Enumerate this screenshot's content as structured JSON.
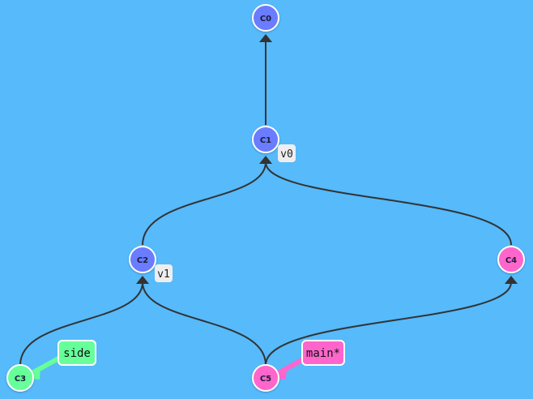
{
  "colors": {
    "background": "#56bafb",
    "edge": "#333333",
    "commit_blue": "#6b7cff",
    "commit_pink": "#ff66cc",
    "commit_green": "#66ff99",
    "tag_fill": "#eeeeee",
    "branch_main": "#ff66cc",
    "branch_side": "#66ff99"
  },
  "commits": [
    {
      "id": "C0",
      "label": "C0",
      "color": "blue"
    },
    {
      "id": "C1",
      "label": "C1",
      "color": "blue"
    },
    {
      "id": "C2",
      "label": "C2",
      "color": "blue"
    },
    {
      "id": "C3",
      "label": "C3",
      "color": "green"
    },
    {
      "id": "C4",
      "label": "C4",
      "color": "pink"
    },
    {
      "id": "C5",
      "label": "C5",
      "color": "pink"
    }
  ],
  "edges": [
    {
      "from": "C1",
      "to": "C0"
    },
    {
      "from": "C2",
      "to": "C1"
    },
    {
      "from": "C4",
      "to": "C1"
    },
    {
      "from": "C3",
      "to": "C2"
    },
    {
      "from": "C5",
      "to": "C2"
    },
    {
      "from": "C5",
      "to": "C4"
    }
  ],
  "tags": [
    {
      "name": "v0",
      "commit": "C1"
    },
    {
      "name": "v1",
      "commit": "C2"
    }
  ],
  "branches": [
    {
      "name": "side",
      "commit": "C3",
      "color": "green"
    },
    {
      "name": "main*",
      "commit": "C5",
      "color": "pink"
    }
  ]
}
